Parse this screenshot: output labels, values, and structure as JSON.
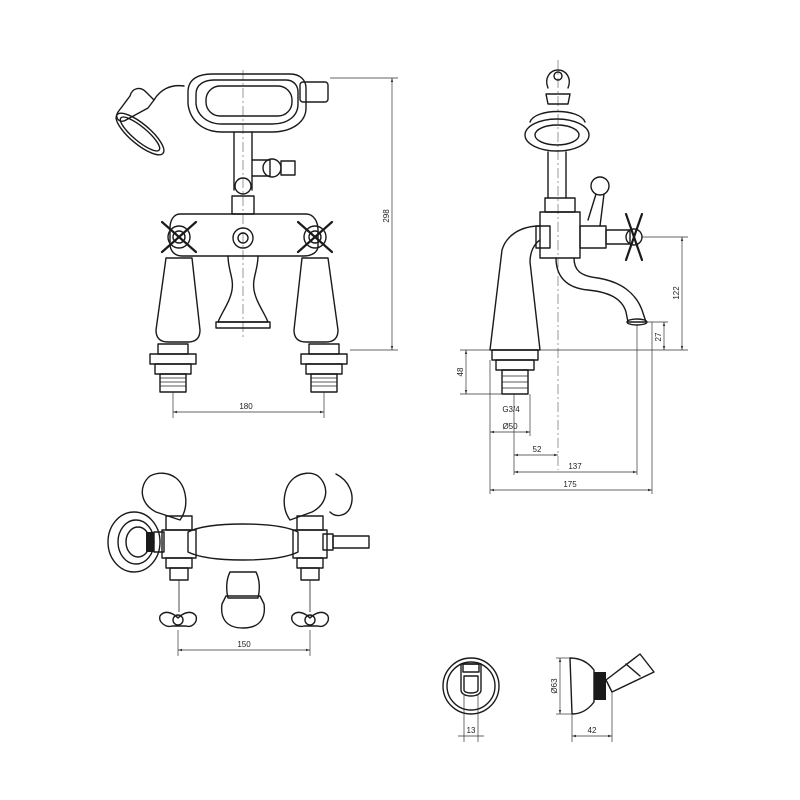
{
  "dimensions": {
    "front_height": "298",
    "front_centres": "180",
    "side_spout_height": "122",
    "side_spout_clearance": "27",
    "side_tail_length": "48",
    "side_thread": "G3/4",
    "side_base_dia": "Ø50",
    "side_offset_52": "52",
    "side_offset_137": "137",
    "side_overall_175": "175",
    "plan_centres": "150",
    "holder_width": "13",
    "holder_dia": "Ø63",
    "holder_depth": "42"
  },
  "colors": {
    "line": "#1a1a1a",
    "background": "#ffffff"
  }
}
